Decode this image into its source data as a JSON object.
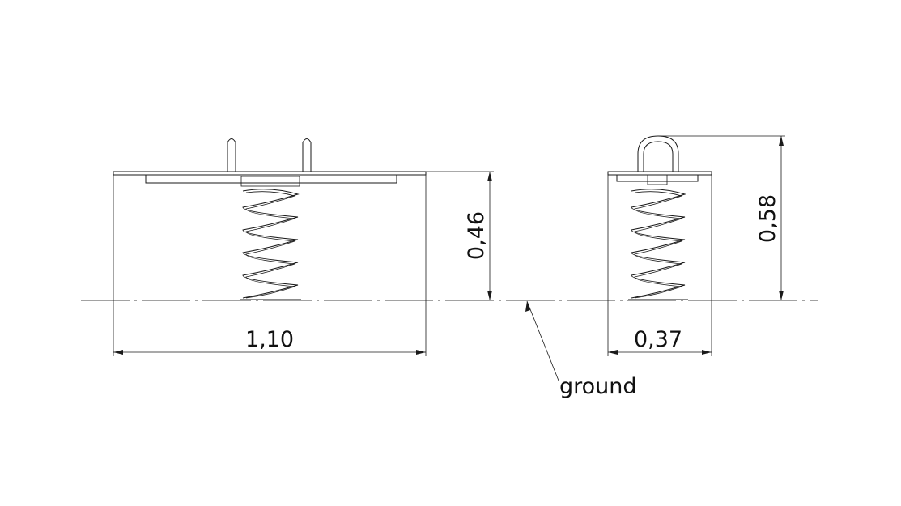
{
  "dimensions": {
    "front_width": "1,10",
    "front_height": "0,46",
    "side_width": "0,37",
    "side_height": "0,58"
  },
  "annotation": {
    "ground_label": "ground"
  }
}
